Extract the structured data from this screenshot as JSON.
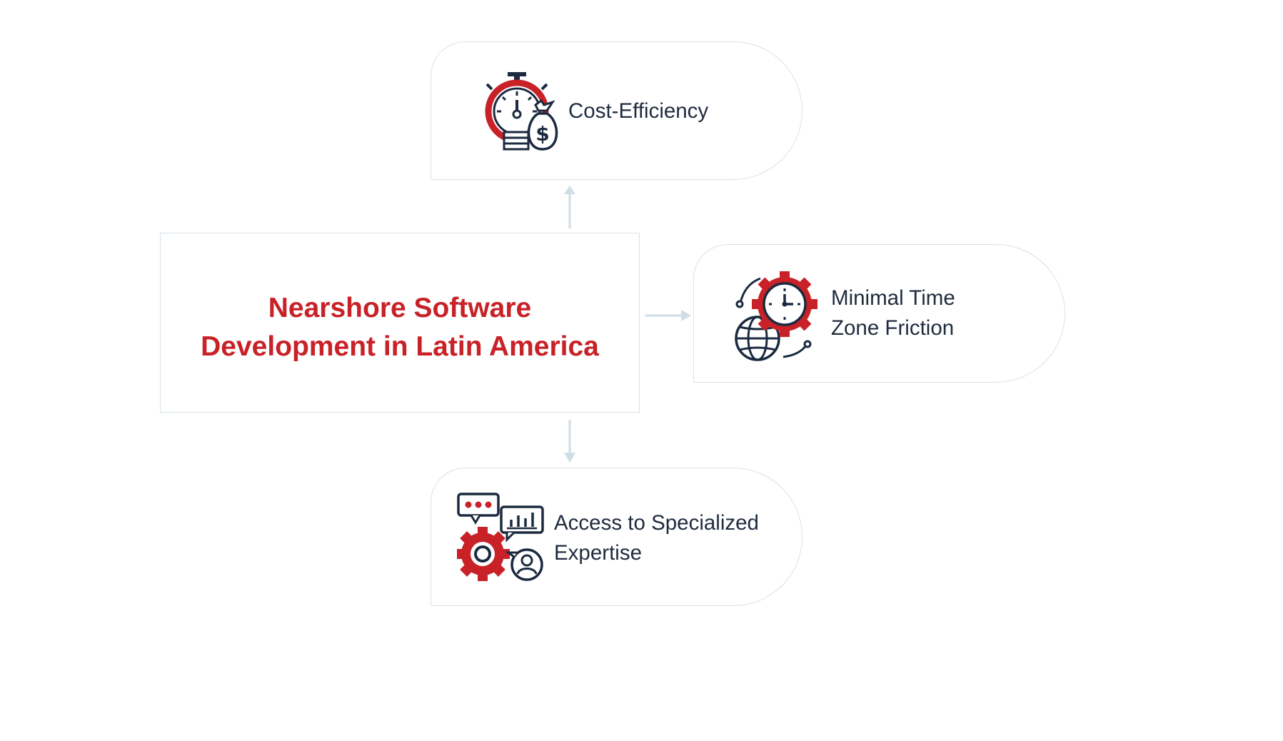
{
  "diagram": {
    "central": {
      "title": "Nearshore Software\nDevelopment in Latin America"
    },
    "benefits": [
      {
        "label": "Cost-Efficiency",
        "icon": "stopwatch-money-bag-icon"
      },
      {
        "label": "Minimal Time\nZone Friction",
        "icon": "globe-clock-gear-icon"
      },
      {
        "label": "Access to Specialized\nExpertise",
        "icon": "gear-chat-expert-icon"
      }
    ]
  },
  "colors": {
    "accent_red": "#c82127",
    "navy": "#1b2a3f",
    "border": "#d6e3ea",
    "arrow": "#cfdde6",
    "text": "#1f2b3d"
  }
}
